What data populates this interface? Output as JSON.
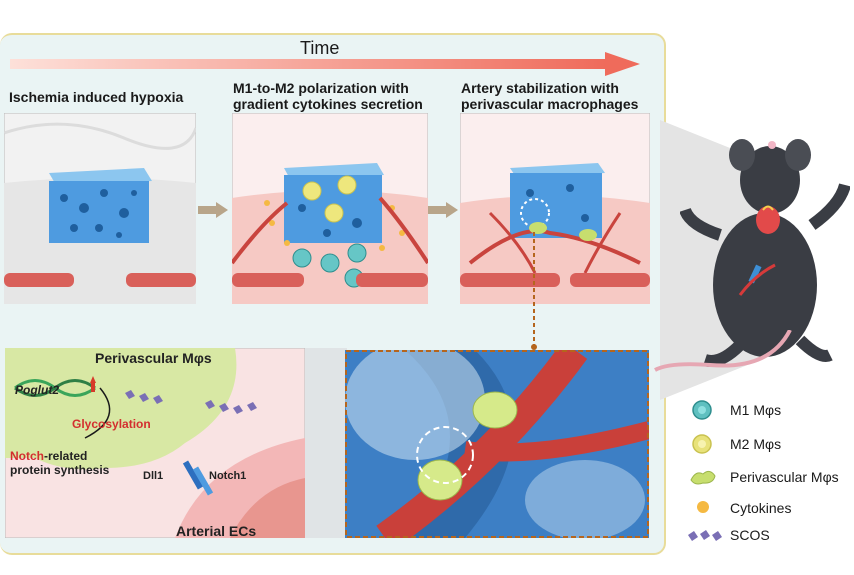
{
  "timeline": {
    "label": "Time"
  },
  "stages": [
    {
      "line1": "Ischemia induced hypoxia",
      "line2": ""
    },
    {
      "line1": "M1-to-M2 polarization with",
      "line2": "gradient cytokines secretion"
    },
    {
      "line1": "Artery stabilization with",
      "line2": "perivascular macrophages"
    }
  ],
  "mechanism": {
    "perivascular_title": "Perivascular Mφs",
    "gene": "Poglut2",
    "glycosylation": "Glycosylation",
    "notch_word": "Notch",
    "related_suffix": "-related",
    "protein_synthesis": "protein synthesis",
    "ligand": "Dll1",
    "receptor": "Notch1",
    "arterial": "Arterial ECs"
  },
  "legend": [
    {
      "label": "M1 Mφs",
      "icon": "m1-macrophage-icon",
      "color": "#5fc0c0"
    },
    {
      "label": "M2 Mφs",
      "icon": "m2-macrophage-icon",
      "color": "#e8e27a"
    },
    {
      "label": "Perivascular Mφs",
      "icon": "perivascular-macrophage-icon",
      "color": "#c7de6e"
    },
    {
      "label": "Cytokines",
      "icon": "cytokine-dot-icon",
      "color": "#f5b942"
    },
    {
      "label": "SCOS",
      "icon": "scos-chain-icon",
      "color": "#7a6fb5"
    }
  ],
  "colors": {
    "panel_bg": "#eef6f6",
    "scaffold_blue": "#3d8fd6",
    "vessel_red": "#d9534f",
    "arrow_orange": "#f08a7a",
    "dashed_brown": "#b5651d"
  }
}
